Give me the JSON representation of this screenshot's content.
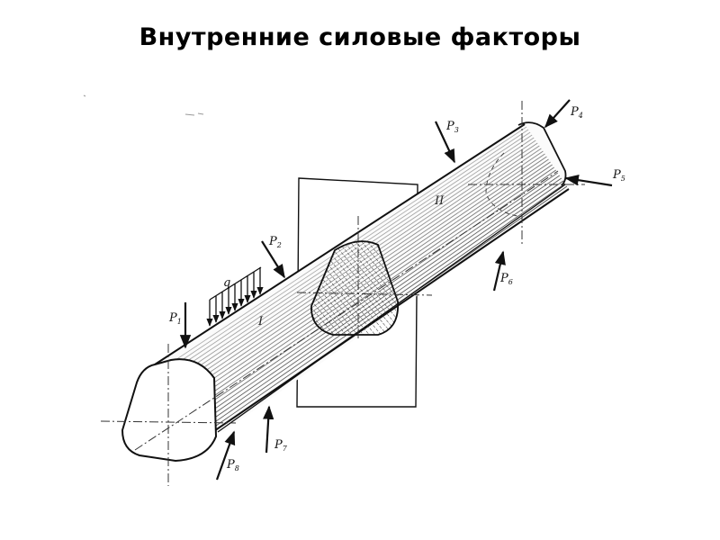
{
  "title": "Внутренние силовые факторы",
  "diagram": {
    "colors": {
      "ink": "#111111",
      "background": "#ffffff"
    },
    "forces": [
      "P1",
      "P2",
      "P3",
      "P4",
      "P5",
      "P6",
      "P7",
      "P8"
    ],
    "force_labels": {
      "p1": {
        "main": "P",
        "sub": "1"
      },
      "p2": {
        "main": "P",
        "sub": "2"
      },
      "p3": {
        "main": "P",
        "sub": "3"
      },
      "p4": {
        "main": "P",
        "sub": "4"
      },
      "p5": {
        "main": "P",
        "sub": "5"
      },
      "p6": {
        "main": "P",
        "sub": "6"
      },
      "p7": {
        "main": "P",
        "sub": "7"
      },
      "p8": {
        "main": "P",
        "sub": "8"
      }
    },
    "distributed_load_label": "q",
    "part_labels": {
      "left": "I",
      "right": "II"
    }
  }
}
